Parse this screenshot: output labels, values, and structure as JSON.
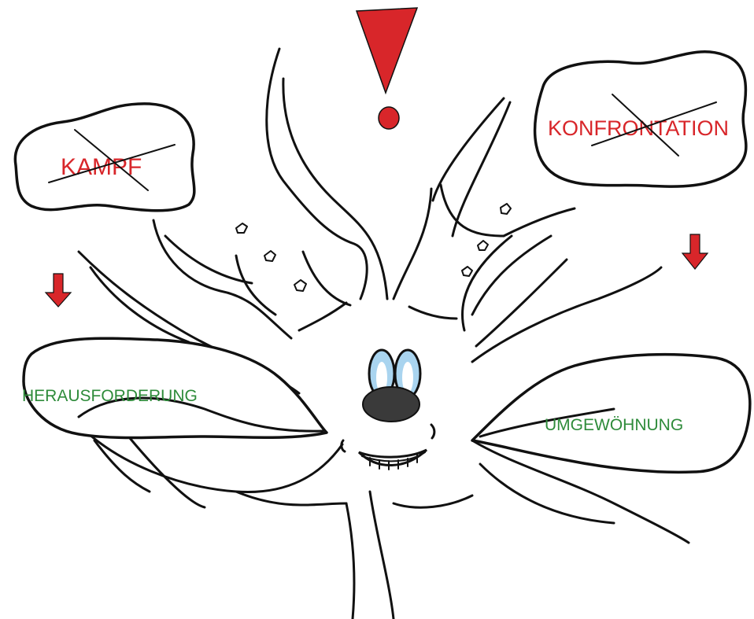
{
  "labels": {
    "kampf": "KAMPF",
    "konfrontation": "KONFRONTATION",
    "herausforderung": "HERAUSFORDERUNG",
    "umgewoehnung": "UMGEWÖHNUNG"
  },
  "colors": {
    "warning_red": "#d8262a",
    "positive_green": "#2e8b3a",
    "outline": "#111111",
    "eye_blue": "#a9d4ef",
    "nose": "#3a3a3a"
  },
  "icons": {
    "exclamation": "exclamation-mark-icon",
    "arrow_left": "arrow-down-icon",
    "arrow_right": "arrow-down-icon"
  }
}
